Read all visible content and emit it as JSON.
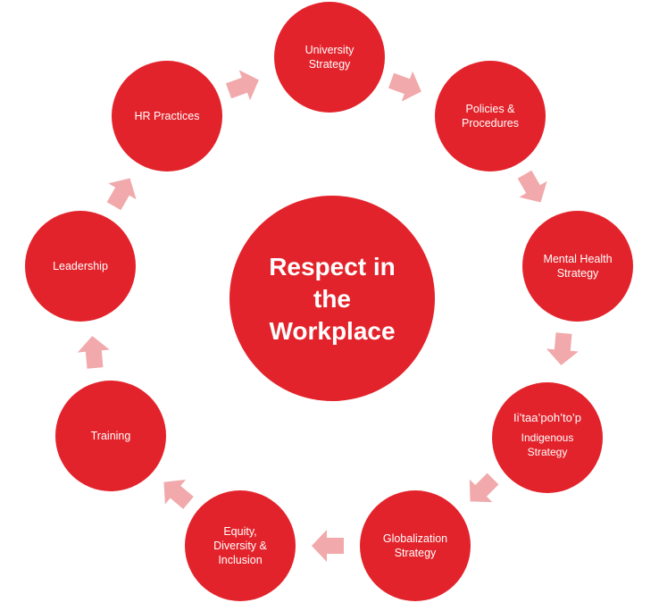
{
  "diagram": {
    "center": {
      "lines": [
        "Respect in",
        "the",
        "Workplace"
      ]
    },
    "nodes": [
      {
        "id": "university-strategy",
        "lines": [
          "University",
          "Strategy"
        ]
      },
      {
        "id": "policies-procedures",
        "lines": [
          "Policies &",
          "Procedures"
        ]
      },
      {
        "id": "mental-health-strategy",
        "lines": [
          "Mental Health",
          "Strategy"
        ]
      },
      {
        "id": "indigenous-strategy",
        "lines": [
          "Ii’taa’poh’to’p",
          "Indigenous",
          "Strategy"
        ]
      },
      {
        "id": "globalization-strategy",
        "lines": [
          "Globalization",
          "Strategy"
        ]
      },
      {
        "id": "equity-diversity-inclusion",
        "lines": [
          "Equity,",
          "Diversity &",
          "Inclusion"
        ]
      },
      {
        "id": "training",
        "lines": [
          "Training"
        ]
      },
      {
        "id": "leadership",
        "lines": [
          "Leadership"
        ]
      },
      {
        "id": "hr-practices",
        "lines": [
          "HR Practices"
        ]
      }
    ],
    "colors": {
      "node": "#e3232b",
      "arrow": "#f1a9ab",
      "text": "#ffffff"
    }
  }
}
